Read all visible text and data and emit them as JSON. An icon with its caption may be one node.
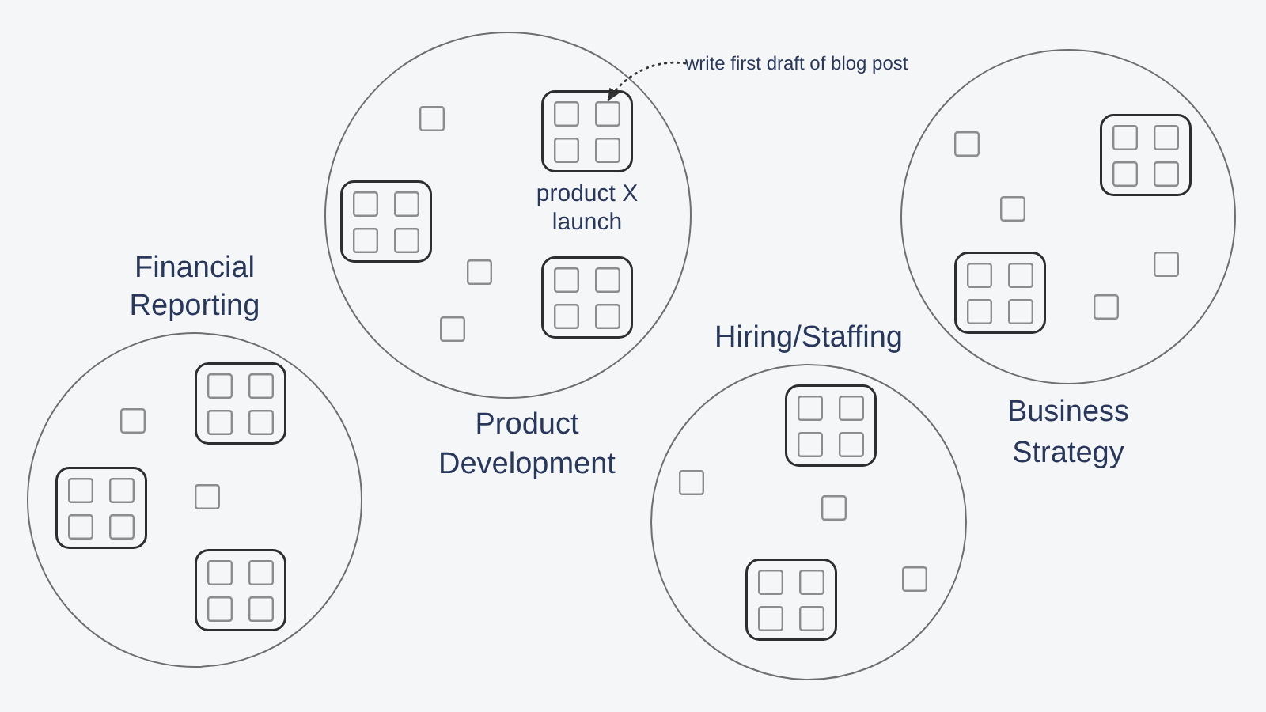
{
  "diagram": {
    "nodes": [
      {
        "text": [
          "Financial Reporting"
        ]
      },
      {
        "text": [],
        "shape": "box",
        "in": 0
      },
      {
        "text": [],
        "shape": "box",
        "in": 1
      },
      {
        "text": [],
        "shape": "box",
        "in": 1
      },
      {
        "text": [],
        "shape": "box",
        "in": 1
      },
      {
        "text": [],
        "shape": "box",
        "in": 1
      },
      {
        "text": [],
        "shape": "box",
        "in": 0
      },
      {
        "text": [],
        "shape": "box",
        "in": 0
      },
      {
        "text": [],
        "shape": "box",
        "in": 7
      },
      {
        "text": [],
        "shape": "box",
        "in": 7
      },
      {
        "text": [],
        "shape": "box",
        "in": 7
      },
      {
        "text": [],
        "shape": "box",
        "in": 7
      },
      {
        "text": [],
        "shape": "box",
        "in": 0
      },
      {
        "text": [],
        "shape": "box",
        "in": 0
      },
      {
        "text": [],
        "shape": "box",
        "in": 13
      },
      {
        "text": [],
        "shape": "box",
        "in": 13
      },
      {
        "text": [],
        "shape": "box",
        "in": 13
      },
      {
        "text": [],
        "shape": "box",
        "in": 13
      },
      {
        "text": [
          "Product Development"
        ]
      },
      {
        "text": [
          "product X launch"
        ],
        "in": 18
      },
      {
        "text": [],
        "shape": "box",
        "in": 19
      },
      {
        "text": [],
        "shape": "box",
        "in": 19
      },
      {
        "text": [],
        "shape": "box",
        "in": 19
      },
      {
        "text": [],
        "shape": "box",
        "in": 19
      },
      {
        "text": [],
        "shape": "box",
        "in": 18
      },
      {
        "text": [],
        "shape": "box",
        "in": 18
      },
      {
        "text": [],
        "shape": "box",
        "in": 25
      },
      {
        "text": [],
        "shape": "box",
        "in": 25
      },
      {
        "text": [],
        "shape": "box",
        "in": 25
      },
      {
        "text": [],
        "shape": "box",
        "in": 25
      },
      {
        "text": [],
        "shape": "box",
        "in": 18
      },
      {
        "text": [],
        "shape": "box",
        "in": 30
      },
      {
        "text": [],
        "shape": "box",
        "in": 30
      },
      {
        "text": [],
        "shape": "box",
        "in": 30
      },
      {
        "text": [],
        "shape": "box",
        "in": 30
      },
      {
        "text": [],
        "shape": "box",
        "in": 18
      },
      {
        "text": [],
        "shape": "box",
        "in": 18
      },
      {
        "text": [
          "Hiring/Staffing"
        ]
      },
      {
        "text": [],
        "shape": "box",
        "in": 37
      },
      {
        "text": [],
        "shape": "box",
        "in": 38
      },
      {
        "text": [],
        "shape": "box",
        "in": 38
      },
      {
        "text": [],
        "shape": "box",
        "in": 38
      },
      {
        "text": [],
        "shape": "box",
        "in": 38
      },
      {
        "text": [],
        "shape": "box",
        "in": 37
      },
      {
        "text": [],
        "shape": "box",
        "in": 37
      },
      {
        "text": [],
        "shape": "box",
        "in": 37
      },
      {
        "text": [],
        "shape": "box",
        "in": 45
      },
      {
        "text": [],
        "shape": "box",
        "in": 45
      },
      {
        "text": [],
        "shape": "box",
        "in": 45
      },
      {
        "text": [],
        "shape": "box",
        "in": 45
      },
      {
        "text": [],
        "shape": "box",
        "in": 37
      },
      {
        "text": [
          "Business Strategy"
        ]
      },
      {
        "text": [],
        "shape": "box",
        "in": 51
      },
      {
        "text": [],
        "shape": "box",
        "in": 52
      },
      {
        "text": [],
        "shape": "box",
        "in": 52
      },
      {
        "text": [],
        "shape": "box",
        "in": 52
      },
      {
        "text": [],
        "shape": "box",
        "in": 52
      },
      {
        "text": [],
        "shape": "box",
        "in": 51
      },
      {
        "text": [],
        "shape": "box",
        "in": 51
      },
      {
        "text": [],
        "shape": "box",
        "in": 51
      },
      {
        "text": [],
        "shape": "box",
        "in": 59
      },
      {
        "text": [],
        "shape": "box",
        "in": 59
      },
      {
        "text": [],
        "shape": "box",
        "in": 59
      },
      {
        "text": [],
        "shape": "box",
        "in": 59
      },
      {
        "text": [],
        "shape": "box",
        "in": 51
      },
      {
        "text": [],
        "shape": "box",
        "in": 51
      },
      {
        "text": [
          "write first draft of blog post"
        ]
      }
    ],
    "edges": [
      {
        "from": 66,
        "to": 21,
        "arrow": "to",
        "style": "dashed"
      }
    ]
  }
}
